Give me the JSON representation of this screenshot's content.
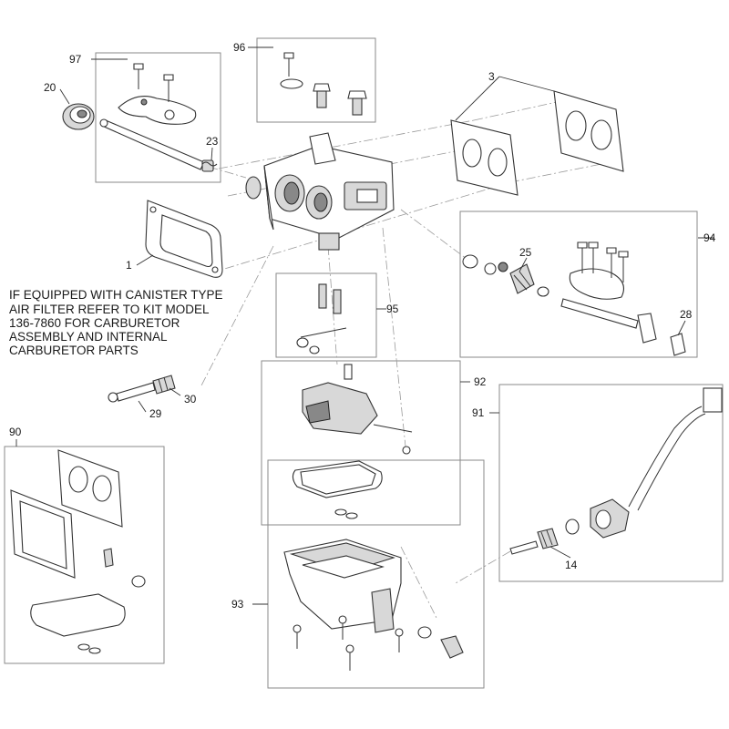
{
  "note_lines": [
    "IF EQUIPPED WITH  CANISTER TYPE",
    "AIR  FILTER REFER TO KIT MODEL",
    "136-7860 FOR CARBURETOR",
    "ASSEMBLY AND INTERNAL",
    "CARBURETOR PARTS"
  ],
  "callouts": {
    "c1": "1",
    "c3": "3",
    "c14": "14",
    "c20": "20",
    "c23": "23",
    "c25": "25",
    "c28": "28",
    "c29": "29",
    "c30": "30",
    "c90": "90",
    "c91": "91",
    "c92": "92",
    "c93": "93",
    "c94": "94",
    "c95": "95",
    "c96": "96",
    "c97": "97"
  }
}
